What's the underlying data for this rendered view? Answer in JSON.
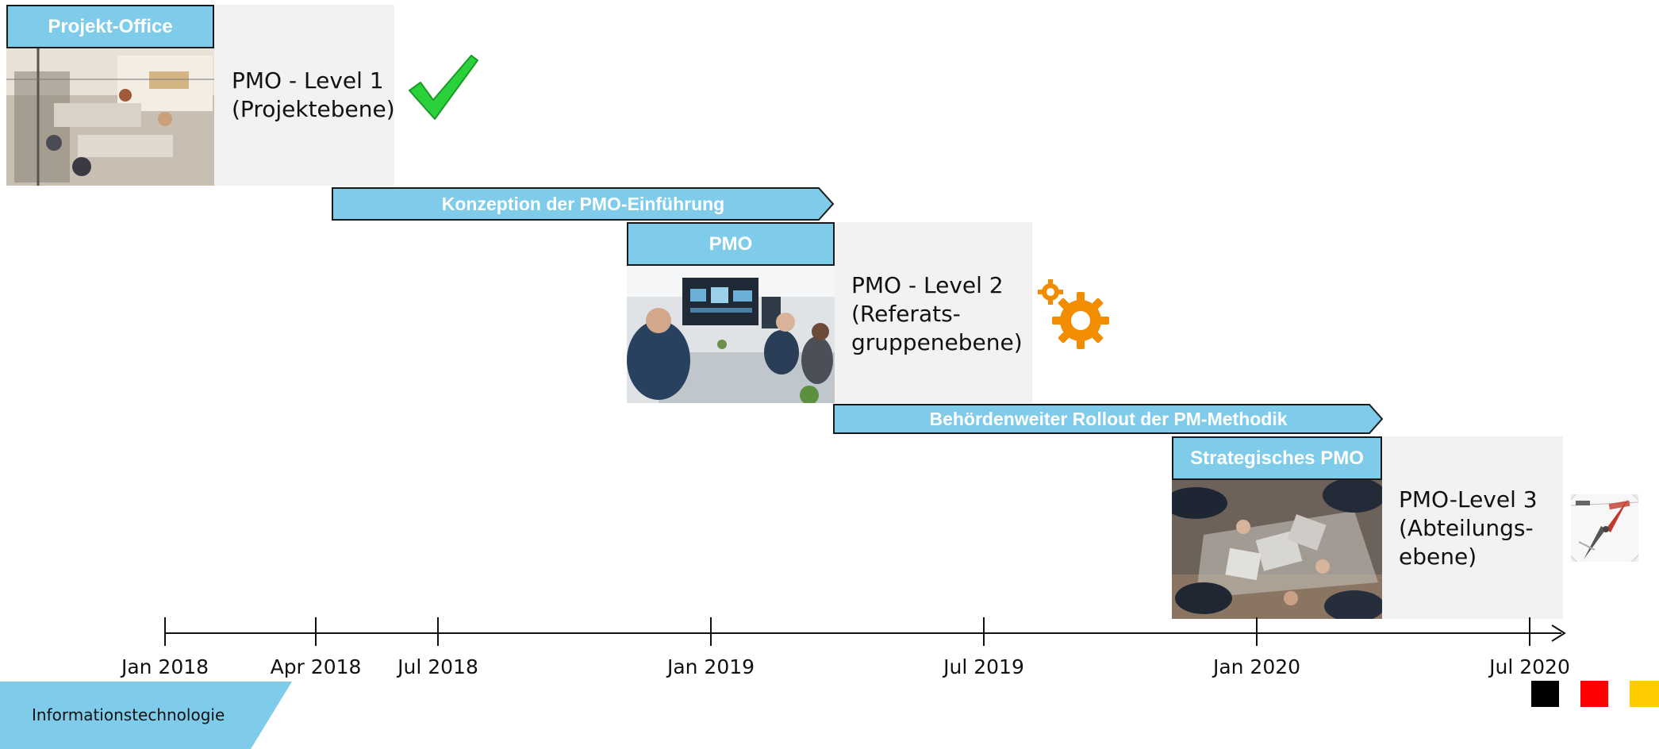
{
  "colors": {
    "accent_blue": "#7ecbea",
    "card_grey": "#f2f2f2",
    "check_green": "#2bd13a",
    "gear_orange": "#f28c00",
    "flag_black": "#000000",
    "flag_red": "#ff0000",
    "flag_gold": "#ffcc00"
  },
  "levels": [
    {
      "tab": "Projekt-Office",
      "lines": [
        "PMO - Level 1",
        "(Projektebene)"
      ],
      "status_icon": "checkmark-icon"
    },
    {
      "tab": "PMO",
      "lines": [
        "PMO - Level 2",
        "(Referats-",
        "gruppenebene)"
      ],
      "status_icon": "gears-icon"
    },
    {
      "tab": "Strategisches PMO",
      "lines": [
        "PMO-Level 3",
        "(Abteilungs-",
        "ebene)"
      ],
      "status_icon": "compass-icon"
    }
  ],
  "phases": [
    {
      "label": "Konzeption der PMO-Einführung"
    },
    {
      "label": "Behördenweiter Rollout der PM-Methodik"
    }
  ],
  "timeline": {
    "ticks": [
      "Jan 2018",
      "Apr 2018",
      "Jul 2018",
      "Jan 2019",
      "Jul 2019",
      "Jan 2020",
      "Jul 2020"
    ]
  },
  "footer": {
    "label": "Informationstechnologie"
  }
}
